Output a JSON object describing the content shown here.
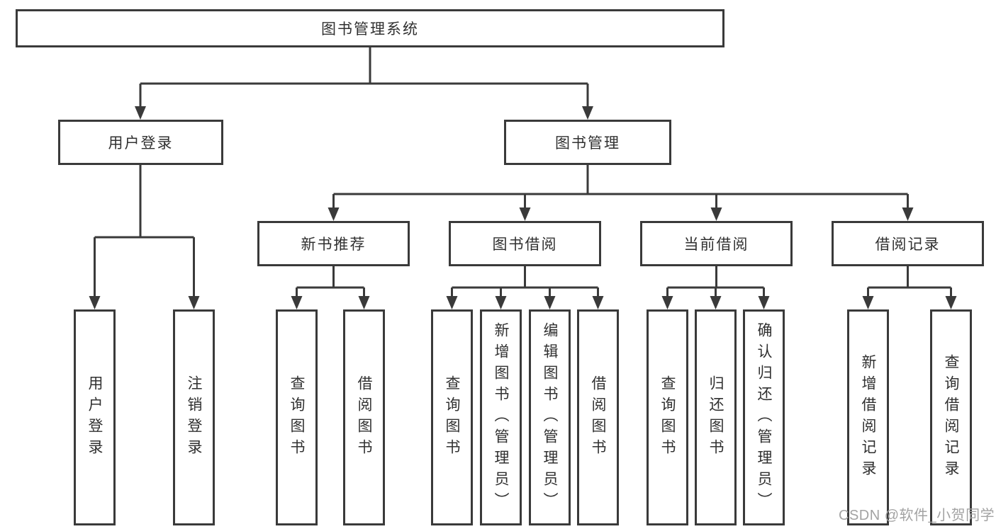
{
  "diagram": {
    "root": {
      "label": "图书管理系统"
    },
    "level2": [
      {
        "label": "用户登录"
      },
      {
        "label": "图书管理"
      }
    ],
    "level3": [
      {
        "label": "新书推荐"
      },
      {
        "label": "图书借阅"
      },
      {
        "label": "当前借阅"
      },
      {
        "label": "借阅记录"
      }
    ],
    "leaves": [
      {
        "label": "用户登录"
      },
      {
        "label": "注销登录"
      },
      {
        "label": "查询图书"
      },
      {
        "label": "借阅图书"
      },
      {
        "label": "查询图书"
      },
      {
        "label": "新增图书（管理员）"
      },
      {
        "label": "编辑图书（管理员）"
      },
      {
        "label": "借阅图书"
      },
      {
        "label": "查询图书"
      },
      {
        "label": "归还图书"
      },
      {
        "label": "确认归还（管理员）"
      },
      {
        "label": "新增借阅记录"
      },
      {
        "label": "查询借阅记录"
      }
    ]
  },
  "watermark": {
    "text": "CSDN @软件_小贺同学"
  },
  "colors": {
    "background": "#ffffff",
    "box_border": "#3a3a3a",
    "connector": "#3a3a3a",
    "text": "#303030",
    "watermark": "#a3a3a3"
  }
}
